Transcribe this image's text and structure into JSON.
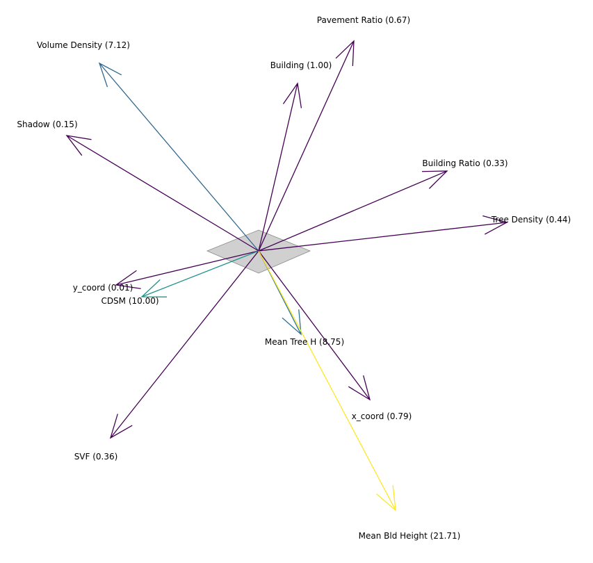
{
  "chart_data": {
    "type": "vector-diagram",
    "center_marker": "diamond",
    "color_scale": "viridis",
    "value_range": [
      0,
      21.71
    ],
    "vectors": [
      {
        "label": "Pavement Ratio (0.67)",
        "name": "Pavement Ratio",
        "value": 0.67,
        "color": "#440154"
      },
      {
        "label": "Volume Density (7.12)",
        "name": "Volume Density",
        "value": 7.12,
        "color": "#31688e"
      },
      {
        "label": "Building (1.00)",
        "name": "Building",
        "value": 1.0,
        "color": "#440154"
      },
      {
        "label": "Shadow (0.15)",
        "name": "Shadow",
        "value": 0.15,
        "color": "#440154"
      },
      {
        "label": "Building Ratio (0.33)",
        "name": "Building Ratio",
        "value": 0.33,
        "color": "#440154"
      },
      {
        "label": "Tree Density (0.44)",
        "name": "Tree Density",
        "value": 0.44,
        "color": "#440154"
      },
      {
        "label": "y_coord (0.01)",
        "name": "y_coord",
        "value": 0.01,
        "color": "#440154"
      },
      {
        "label": "CDSM (10.00)",
        "name": "CDSM",
        "value": 10.0,
        "color": "#21918c"
      },
      {
        "label": "Mean Tree H (8.75)",
        "name": "Mean Tree H",
        "value": 8.75,
        "color": "#2c728e"
      },
      {
        "label": "x_coord (0.79)",
        "name": "x_coord",
        "value": 0.79,
        "color": "#440154"
      },
      {
        "label": "SVF (0.36)",
        "name": "SVF",
        "value": 0.36,
        "color": "#440154"
      },
      {
        "label": "Mean Bld Height (21.71)",
        "name": "Mean Bld Height",
        "value": 21.71,
        "color": "#fde725"
      }
    ]
  }
}
